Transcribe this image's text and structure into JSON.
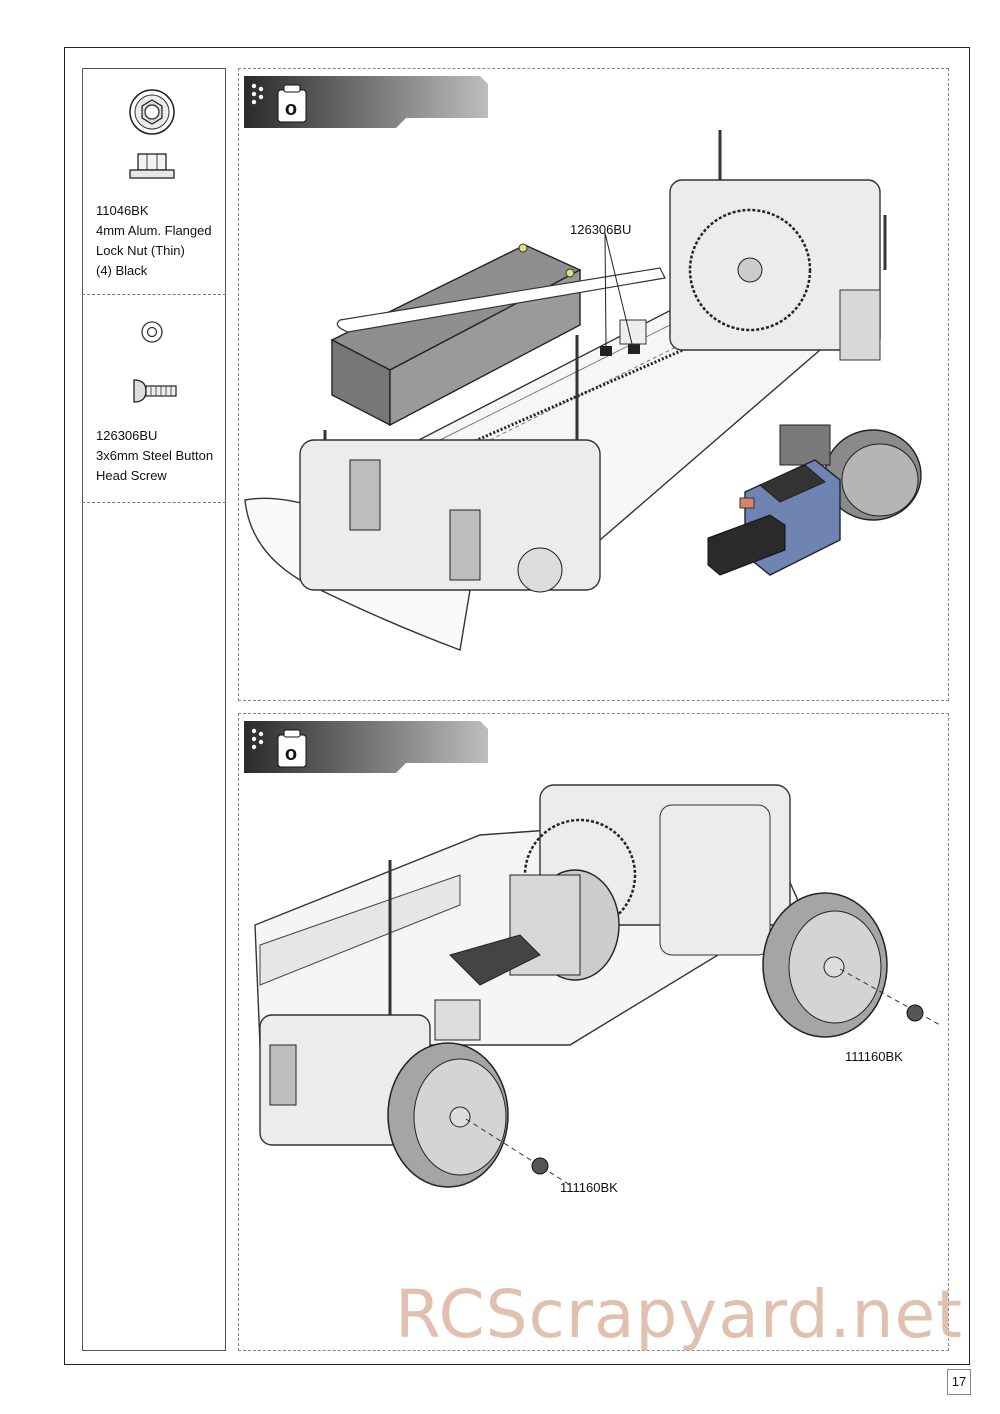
{
  "parts": [
    {
      "code": "11046BK",
      "description": "4mm Alum. Flanged\nLock Nut (Thin)\n(4) Black",
      "icon": "flanged-lock-nut-icon"
    },
    {
      "code": "126306BU",
      "description": "3x6mm Steel Button\nHead Screw",
      "icon": "button-head-screw-icon"
    }
  ],
  "steps": [
    {
      "label": "o",
      "callouts": [
        "126306BU"
      ]
    },
    {
      "label": "o",
      "callouts": [
        "111160BK",
        "111160BK"
      ]
    }
  ],
  "watermark": "RCScrapyard.net",
  "page_number": "17"
}
